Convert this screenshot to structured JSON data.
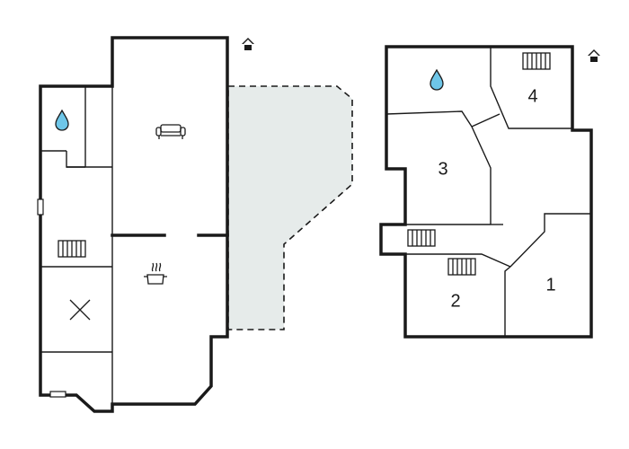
{
  "rooms": {
    "room_1": "1",
    "room_2": "2",
    "room_3": "3",
    "room_4": "4"
  },
  "icons": {
    "entrance_left": "house-entrance-icon",
    "entrance_right": "house-entrance-icon",
    "bathroom_left": "water-drop-icon",
    "bathroom_right": "water-drop-icon",
    "living": "sofa-icon",
    "kitchen": "cooking-pot-icon",
    "heater": "radiator-icon",
    "laundry": "cross-icon"
  },
  "colors": {
    "wall": "#1a1a1a",
    "terrace": "#e6ebea",
    "water": "#6ec6e8"
  }
}
